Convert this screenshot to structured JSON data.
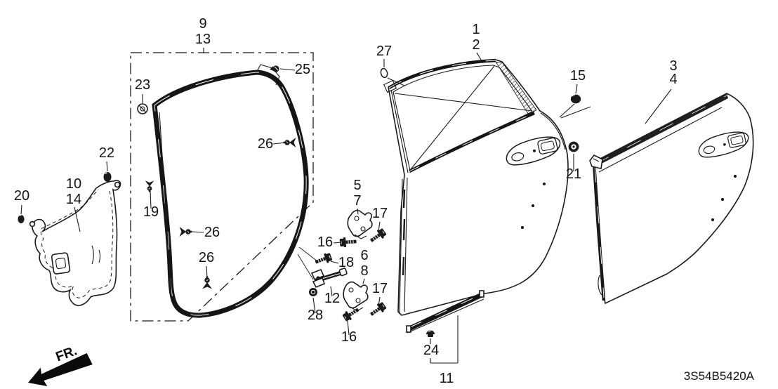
{
  "diagram": {
    "code": "3S54B5420A",
    "direction_label": "FR.",
    "line_color": "#1a1a1a",
    "bg_color": "#ffffff"
  },
  "callouts": [
    {
      "text": "9"
    },
    {
      "text": "13"
    },
    {
      "text": "23"
    },
    {
      "text": "25"
    },
    {
      "text": "26"
    },
    {
      "text": "26"
    },
    {
      "text": "26"
    },
    {
      "text": "19"
    },
    {
      "text": "22"
    },
    {
      "text": "10"
    },
    {
      "text": "14"
    },
    {
      "text": "20"
    },
    {
      "text": "27"
    },
    {
      "text": "1"
    },
    {
      "text": "2"
    },
    {
      "text": "5"
    },
    {
      "text": "7"
    },
    {
      "text": "17"
    },
    {
      "text": "16"
    },
    {
      "text": "18"
    },
    {
      "text": "12"
    },
    {
      "text": "28"
    },
    {
      "text": "6"
    },
    {
      "text": "8"
    },
    {
      "text": "17"
    },
    {
      "text": "16"
    },
    {
      "text": "15"
    },
    {
      "text": "21"
    },
    {
      "text": "3"
    },
    {
      "text": "4"
    },
    {
      "text": "24"
    },
    {
      "text": "11"
    }
  ]
}
